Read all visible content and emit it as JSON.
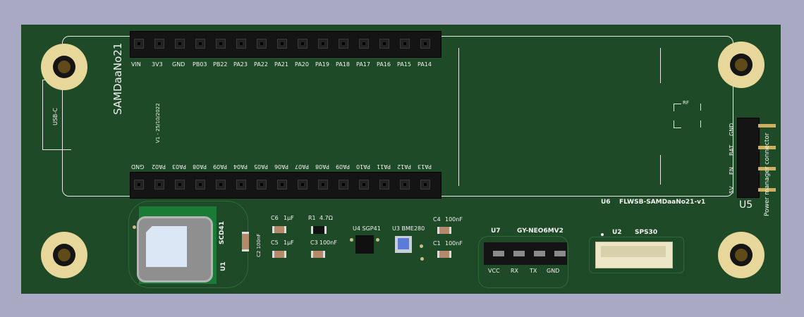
{
  "header_top_labels": [
    "VIN",
    "3V3",
    "GND",
    "PB03",
    "PB22",
    "PA23",
    "PA22",
    "PA21",
    "PA20",
    "PA19",
    "PA18",
    "PA17",
    "PA16",
    "PA15",
    "PA14"
  ],
  "header_bottom_labels": [
    "GND",
    "PA02",
    "PA03",
    "PA08",
    "PA09",
    "PA04",
    "PA05",
    "PA06",
    "PA07",
    "PA08",
    "PA09",
    "PA10",
    "PA11",
    "PA12",
    "PA13"
  ],
  "module": {
    "name": "SAMDaaNo21",
    "version": "V1 - 25/10/2022",
    "ref": "U6",
    "value": "FLWSB-SAMDaaNo21-v1",
    "rf": "RF"
  },
  "usb_label": "USB-C",
  "pwr": {
    "ref": "U5",
    "name": "Power manager connector",
    "pins": [
      "GND",
      "BAT",
      "EN",
      "5V"
    ]
  },
  "u1": {
    "ref": "U1",
    "value": "SCD41"
  },
  "caps": {
    "c6": "C6",
    "c6v": "1µF",
    "c5": "C5",
    "c5v": "1µF",
    "r1": "R1",
    "r1v": "4.7Ω",
    "c3": "C3",
    "c3v": "100nF",
    "c2": "C2",
    "c2v": "100nF",
    "c4": "C4",
    "c4v": "100nF",
    "c1": "C1",
    "c1v": "100nF"
  },
  "u4": {
    "ref": "U4",
    "value": "SGP41"
  },
  "u3": {
    "ref": "U3",
    "value": "BME280"
  },
  "u7": {
    "ref": "U7",
    "value": "GY-NEO6MV2",
    "pins": [
      "VCC",
      "RX",
      "TX",
      "GND"
    ]
  },
  "u2": {
    "ref": "U2",
    "value": "SPS30"
  },
  "colors": {
    "pcb": "#1f4a27",
    "pad": "#e7d79a",
    "silk": "#f2f2f2",
    "background": "#a9a9c4"
  }
}
